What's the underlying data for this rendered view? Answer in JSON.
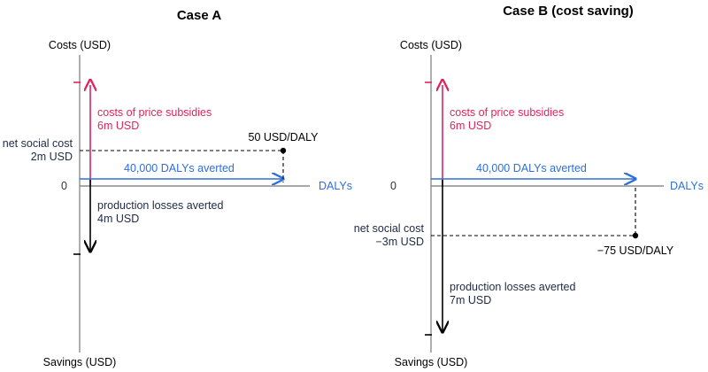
{
  "colors": {
    "axis": "#8c8c8c",
    "subsidy": "#e0245e",
    "dalys": "#2f6fd6",
    "text_dark": "#1f2a44",
    "black": "#000000"
  },
  "case_a": {
    "title": "Case A",
    "costs_label": "Costs (USD)",
    "savings_label": "Savings (USD)",
    "zero_label": "0",
    "dalys_axis_label": "DALYs",
    "subsidy_line1": "costs of price subsidies",
    "subsidy_line2": "6m USD",
    "net_line1": "net social cost",
    "net_line2": "2m USD",
    "ratio_label": "50 USD/DALY",
    "dalys_averted": "40,000 DALYs averted",
    "losses_line1": "production losses averted",
    "losses_line2": "4m USD"
  },
  "case_b": {
    "title": "Case B (cost saving)",
    "costs_label": "Costs (USD)",
    "savings_label": "Savings (USD)",
    "zero_label": "0",
    "dalys_axis_label": "DALYs",
    "subsidy_line1": "costs of price subsidies",
    "subsidy_line2": "6m USD",
    "net_line1": "net social cost",
    "net_line2": "−3m USD",
    "ratio_label": "−75 USD/DALY",
    "dalys_averted": "40,000 DALYs averted",
    "losses_line1": "production losses averted",
    "losses_line2": "7m USD"
  }
}
